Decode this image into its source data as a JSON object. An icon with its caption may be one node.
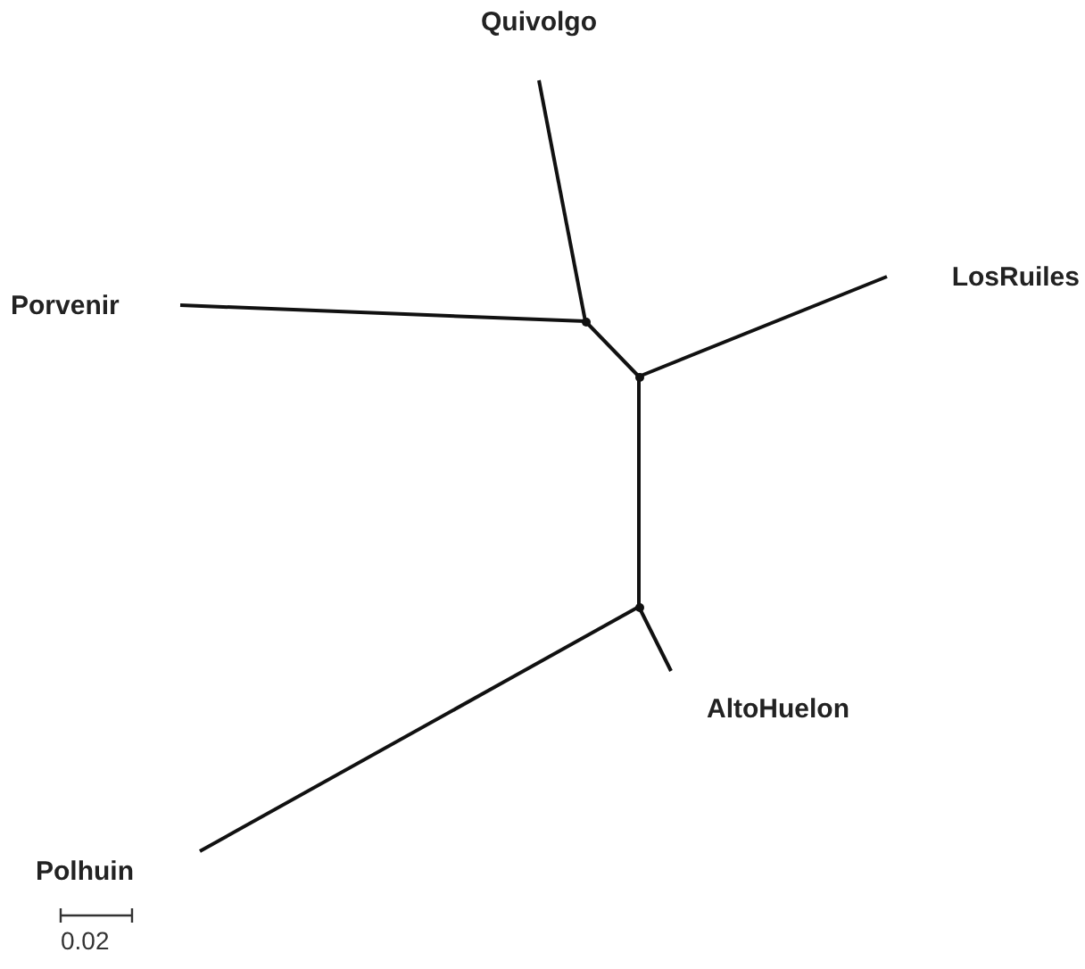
{
  "diagram": {
    "nodes": [
      {
        "text": [
          "Quivolgo"
        ]
      },
      {
        "text": [
          "Porvenir"
        ]
      },
      {
        "text": [
          "LosRuiles"
        ]
      },
      {
        "text": [
          "AltoHuelon"
        ]
      },
      {
        "text": [
          "Polhuin"
        ]
      },
      {
        "text": [],
        "shape": "dot"
      },
      {
        "text": [],
        "shape": "dot"
      },
      {
        "text": [],
        "shape": "dot"
      }
    ],
    "edges": [
      {
        "from": 0,
        "to": 5,
        "arrow": "none"
      },
      {
        "from": 1,
        "to": 5,
        "arrow": "none"
      },
      {
        "from": 5,
        "to": 6,
        "arrow": "none"
      },
      {
        "from": 2,
        "to": 6,
        "arrow": "none"
      },
      {
        "from": 6,
        "to": 7,
        "arrow": "none"
      },
      {
        "from": 7,
        "to": 3,
        "arrow": "none"
      },
      {
        "from": 7,
        "to": 4,
        "arrow": "none"
      }
    ],
    "labels": [
      "0.02"
    ]
  }
}
